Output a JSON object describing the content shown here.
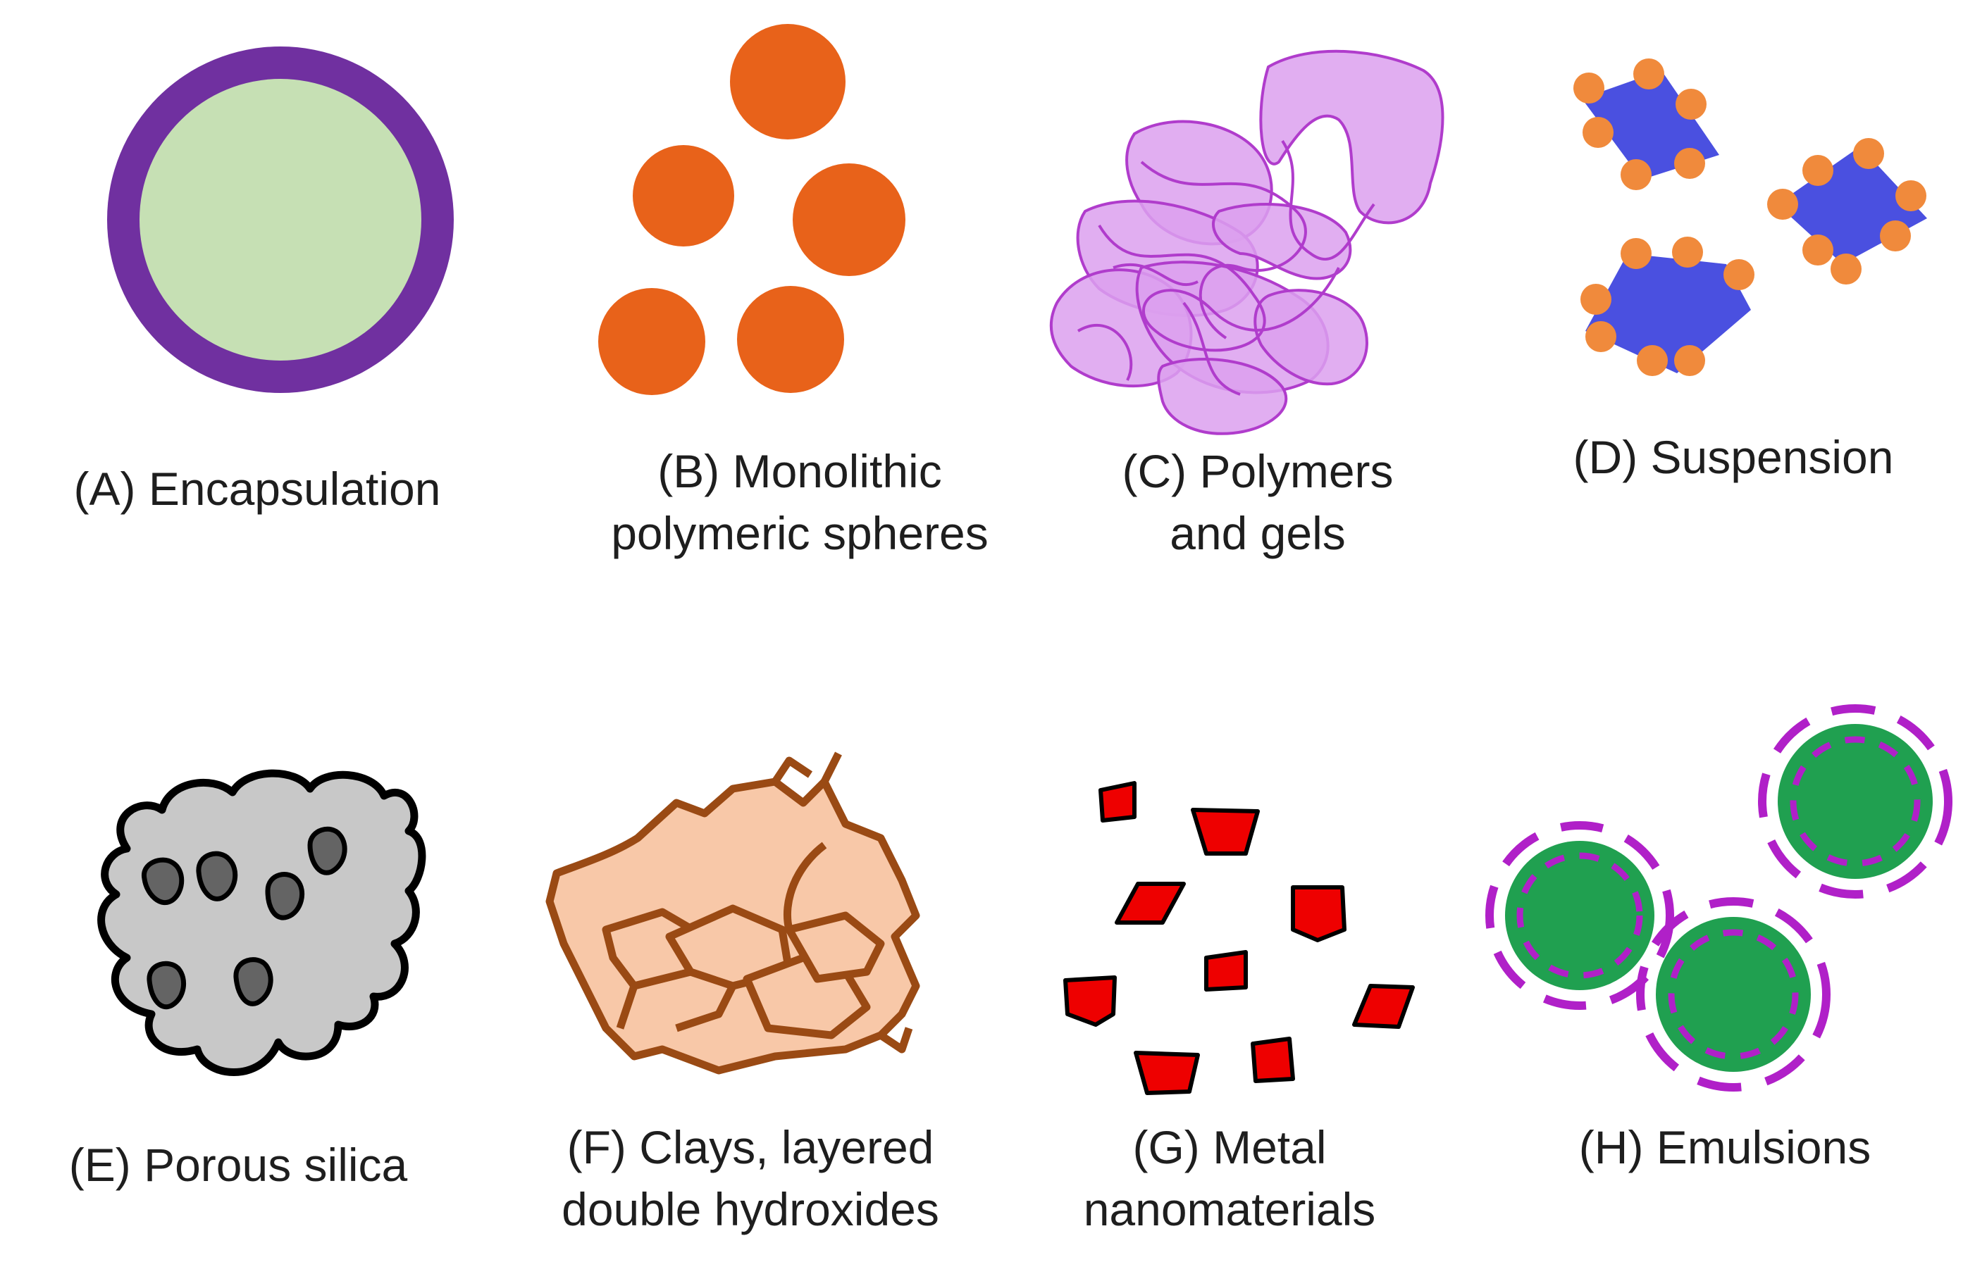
{
  "panels": [
    {
      "id": "A",
      "lines": [
        "(A) Encapsulation"
      ]
    },
    {
      "id": "B",
      "lines": [
        "(B) Monolithic",
        "polymeric spheres"
      ]
    },
    {
      "id": "C",
      "lines": [
        "(C) Polymers",
        "and gels"
      ]
    },
    {
      "id": "D",
      "lines": [
        "(D) Suspension"
      ]
    },
    {
      "id": "E",
      "lines": [
        "(E) Porous silica"
      ]
    },
    {
      "id": "F",
      "lines": [
        "(F) Clays, layered",
        "double hydroxides"
      ]
    },
    {
      "id": "G",
      "lines": [
        "(G) Metal",
        "nanomaterials"
      ]
    },
    {
      "id": "H",
      "lines": [
        "(H) Emulsions"
      ]
    }
  ],
  "colors": {
    "encapsulation_shell": "#7030a0",
    "encapsulation_core": "#c6e0b4",
    "monolithic_sphere": "#e8621a",
    "polymer_gel": "#dca0ee",
    "polymer_gel_line": "#b03ccc",
    "suspension_particle": "#4a50e0",
    "suspension_dot": "#f08a3c",
    "silica_body": "#c8c8c8",
    "silica_pore": "#646464",
    "clay_fill": "#f8c8a8",
    "clay_line": "#9a4a14",
    "metal_fill": "#ee0000",
    "emulsion_core": "#20a050",
    "emulsion_shell": "#b020c8"
  }
}
